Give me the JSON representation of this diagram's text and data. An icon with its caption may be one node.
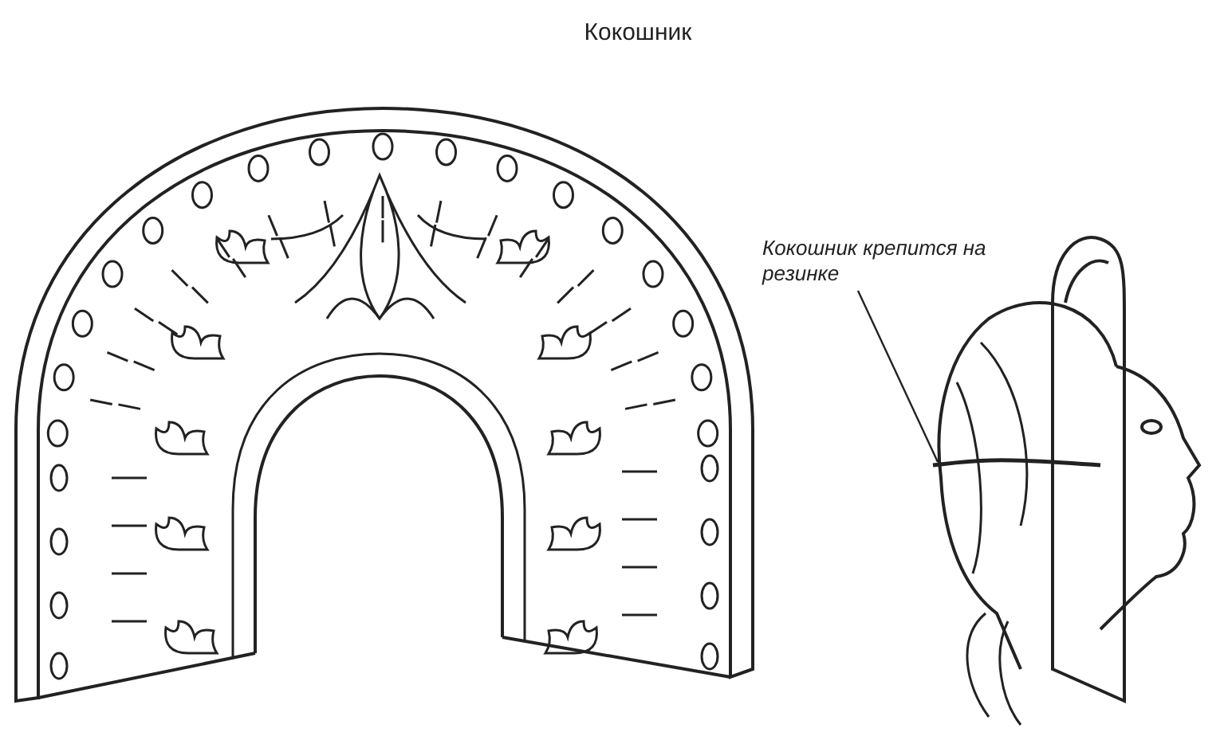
{
  "diagram": {
    "title": "Кокошник",
    "nodes": [
      {
        "text": [
          "Кокошник крепится на резинке"
        ]
      },
      {
        "text": [],
        "shape": "bar"
      }
    ],
    "edges": [
      {
        "from": 0,
        "to": 1,
        "arrow": "none"
      }
    ]
  }
}
